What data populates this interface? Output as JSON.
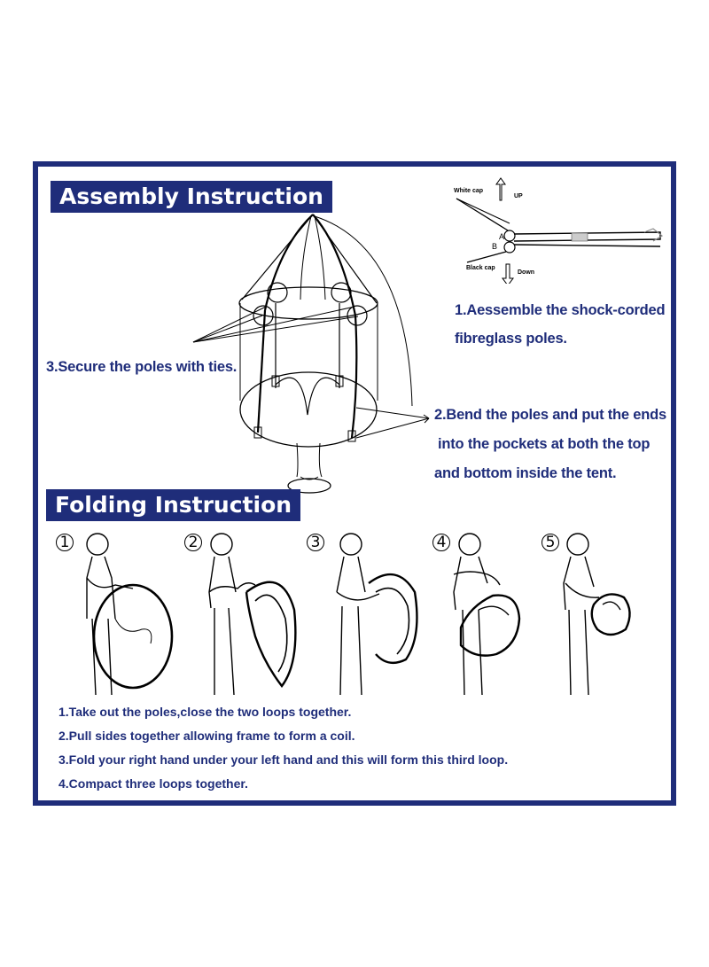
{
  "assembly": {
    "title": "Assembly Instruction",
    "step1": [
      "1.Aessemble the shock-corded",
      "fibreglass poles."
    ],
    "step2": [
      "2.Bend the poles and put the ends",
      "into the pockets at both the top",
      "and bottom inside the tent."
    ],
    "step3": "3.Secure the poles with ties.",
    "pole_diagram": {
      "white_cap": "White cap",
      "up": "UP",
      "black_cap": "Black cap",
      "down": "Down",
      "point_a": "A",
      "point_b": "B"
    }
  },
  "folding": {
    "title": "Folding Instruction",
    "step_numbers": [
      "1",
      "2",
      "3",
      "4",
      "5"
    ],
    "steps": [
      "1.Take out the poles,close the two loops together.",
      "2.Pull sides together allowing frame to form a coil.",
      "3.Fold your right hand under your left hand and this will form this third loop.",
      "4.Compact three loops together."
    ]
  },
  "colors": {
    "navy": "#1f2d7a",
    "line": "#000000",
    "background": "#ffffff"
  }
}
